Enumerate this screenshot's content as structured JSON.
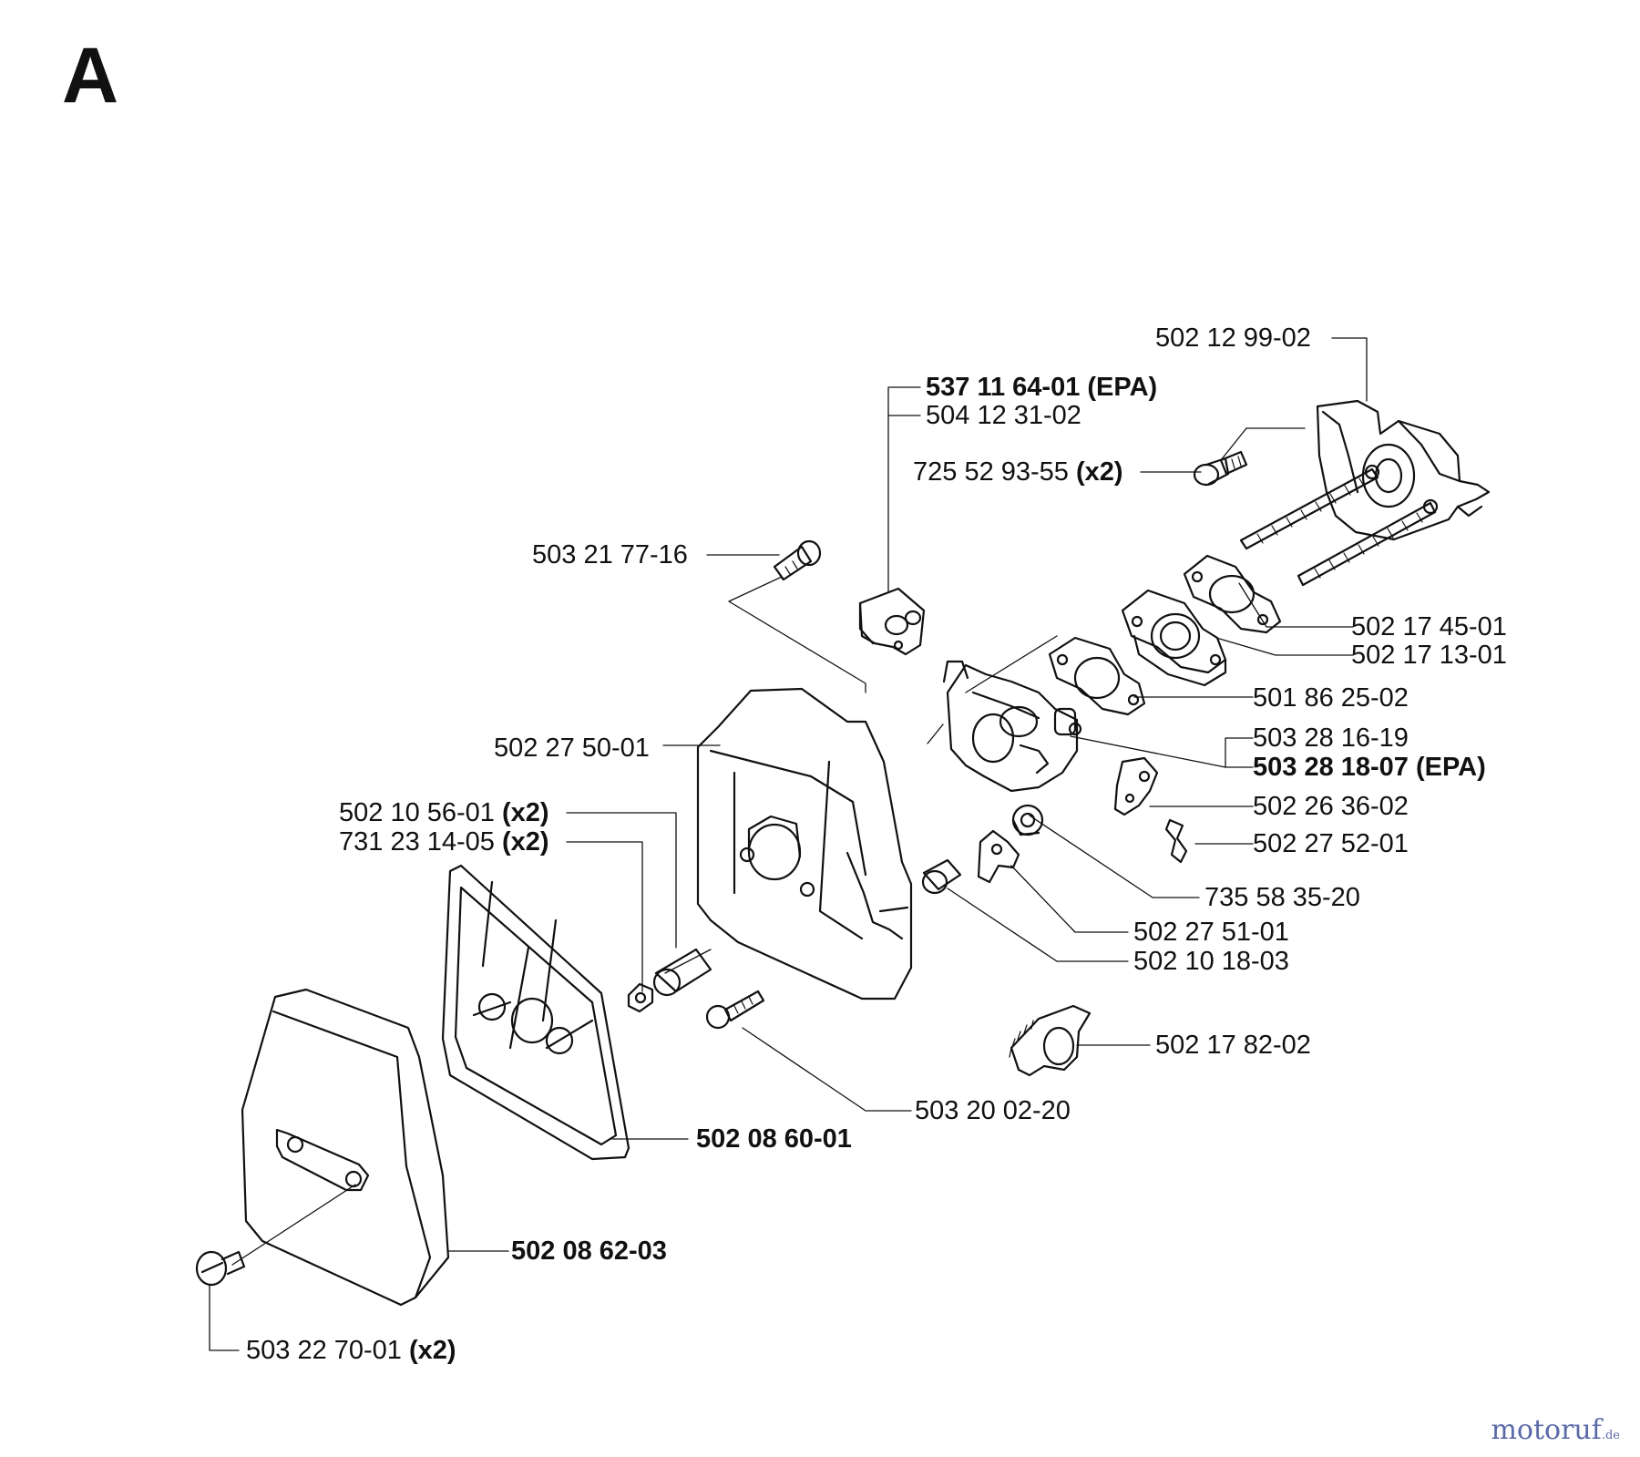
{
  "section_letter": "A",
  "watermark": {
    "name": "motoruf",
    "suffix": ".de"
  },
  "colors": {
    "ink": "#111111",
    "background": "#ffffff",
    "watermark": "#5a6aa8"
  },
  "callouts": {
    "c01": {
      "number": "502 12 99-02",
      "qty": ""
    },
    "c02": {
      "number": "537 11 64-01 (EPA)",
      "qty": ""
    },
    "c03": {
      "number": "504 12 31-02",
      "qty": ""
    },
    "c04": {
      "number": "725 52 93-55 ",
      "qty": "(x2)"
    },
    "c05": {
      "number": "503 21 77-16",
      "qty": ""
    },
    "c06": {
      "number": "502 17 45-01",
      "qty": ""
    },
    "c07": {
      "number": "502 17 13-01",
      "qty": ""
    },
    "c08": {
      "number": "501 86 25-02",
      "qty": ""
    },
    "c09": {
      "number": "502 27 50-01",
      "qty": ""
    },
    "c10": {
      "number": "503 28 16-19",
      "qty": ""
    },
    "c11": {
      "number": "503 28 18-07 (EPA)",
      "qty": ""
    },
    "c12": {
      "number": "502 10 56-01 ",
      "qty": "(x2)"
    },
    "c13": {
      "number": "731 23 14-05 ",
      "qty": "(x2)"
    },
    "c14": {
      "number": "502 26 36-02",
      "qty": ""
    },
    "c15": {
      "number": "502 27 52-01",
      "qty": ""
    },
    "c16": {
      "number": "735 58 35-20",
      "qty": ""
    },
    "c17": {
      "number": "502 27 51-01",
      "qty": ""
    },
    "c18": {
      "number": "502 10 18-03",
      "qty": ""
    },
    "c19": {
      "number": "502 17 82-02",
      "qty": ""
    },
    "c20": {
      "number": "503 20 02-20",
      "qty": ""
    },
    "c21": {
      "number": "502 08 60-01",
      "qty": ""
    },
    "c22": {
      "number": "502 08 62-03",
      "qty": ""
    },
    "c23": {
      "number": "503 22 70-01 ",
      "qty": "(x2)"
    }
  }
}
